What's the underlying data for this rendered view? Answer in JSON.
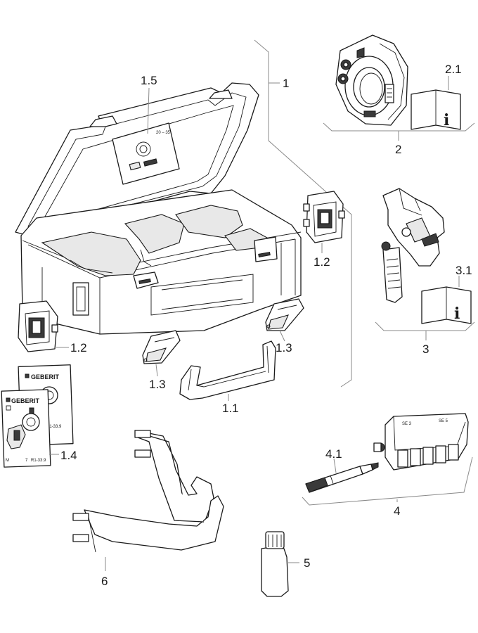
{
  "labels": {
    "main_case": "1",
    "case_lid_sticker": "1.5",
    "case_handle": "1.1",
    "case_clip_right": "1.2",
    "case_clip_left": "1.2",
    "case_latch_right": "1.3",
    "case_latch_left": "1.3",
    "insert_card": "1.4",
    "press_ring_group": "2",
    "press_ring_manual": "2.1",
    "adapter_group": "3",
    "adapter_manual": "3.1",
    "marker_holder_group": "4",
    "marker_pen": "4.1",
    "bottle": "5",
    "strap": "6"
  },
  "card": {
    "brand": "GEBERIT",
    "back_code": "R1-33.9",
    "front_code": "R1-33.9",
    "front_text": "M",
    "front_text_b": "7"
  },
  "lid_sticker_text": "20 – 35",
  "marker_strip_labels": [
    "SE 3",
    "SE 5"
  ],
  "info_symbol": "i",
  "stroke_color": "#1a1a1a",
  "leader_color": "#8a8a8a"
}
